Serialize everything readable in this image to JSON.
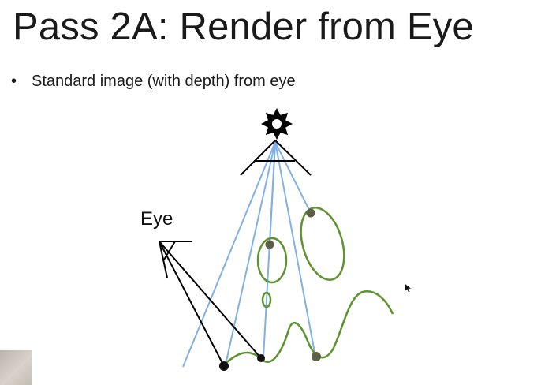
{
  "slide": {
    "title": "Pass 2A: Render from Eye",
    "bullets": [
      {
        "marker": "•",
        "text": "Standard image (with depth) from eye"
      }
    ]
  },
  "diagram": {
    "eye_label": "Eye",
    "colors": {
      "light_rays": "#7fb0e6",
      "eye_rays": "#000000",
      "geometry": "#5e9330",
      "hit_points": "#5f5f47"
    },
    "icons": {
      "light": "light-source-icon",
      "eye": "eye-frustum-icon",
      "cursor": "mouse-cursor-icon"
    }
  }
}
